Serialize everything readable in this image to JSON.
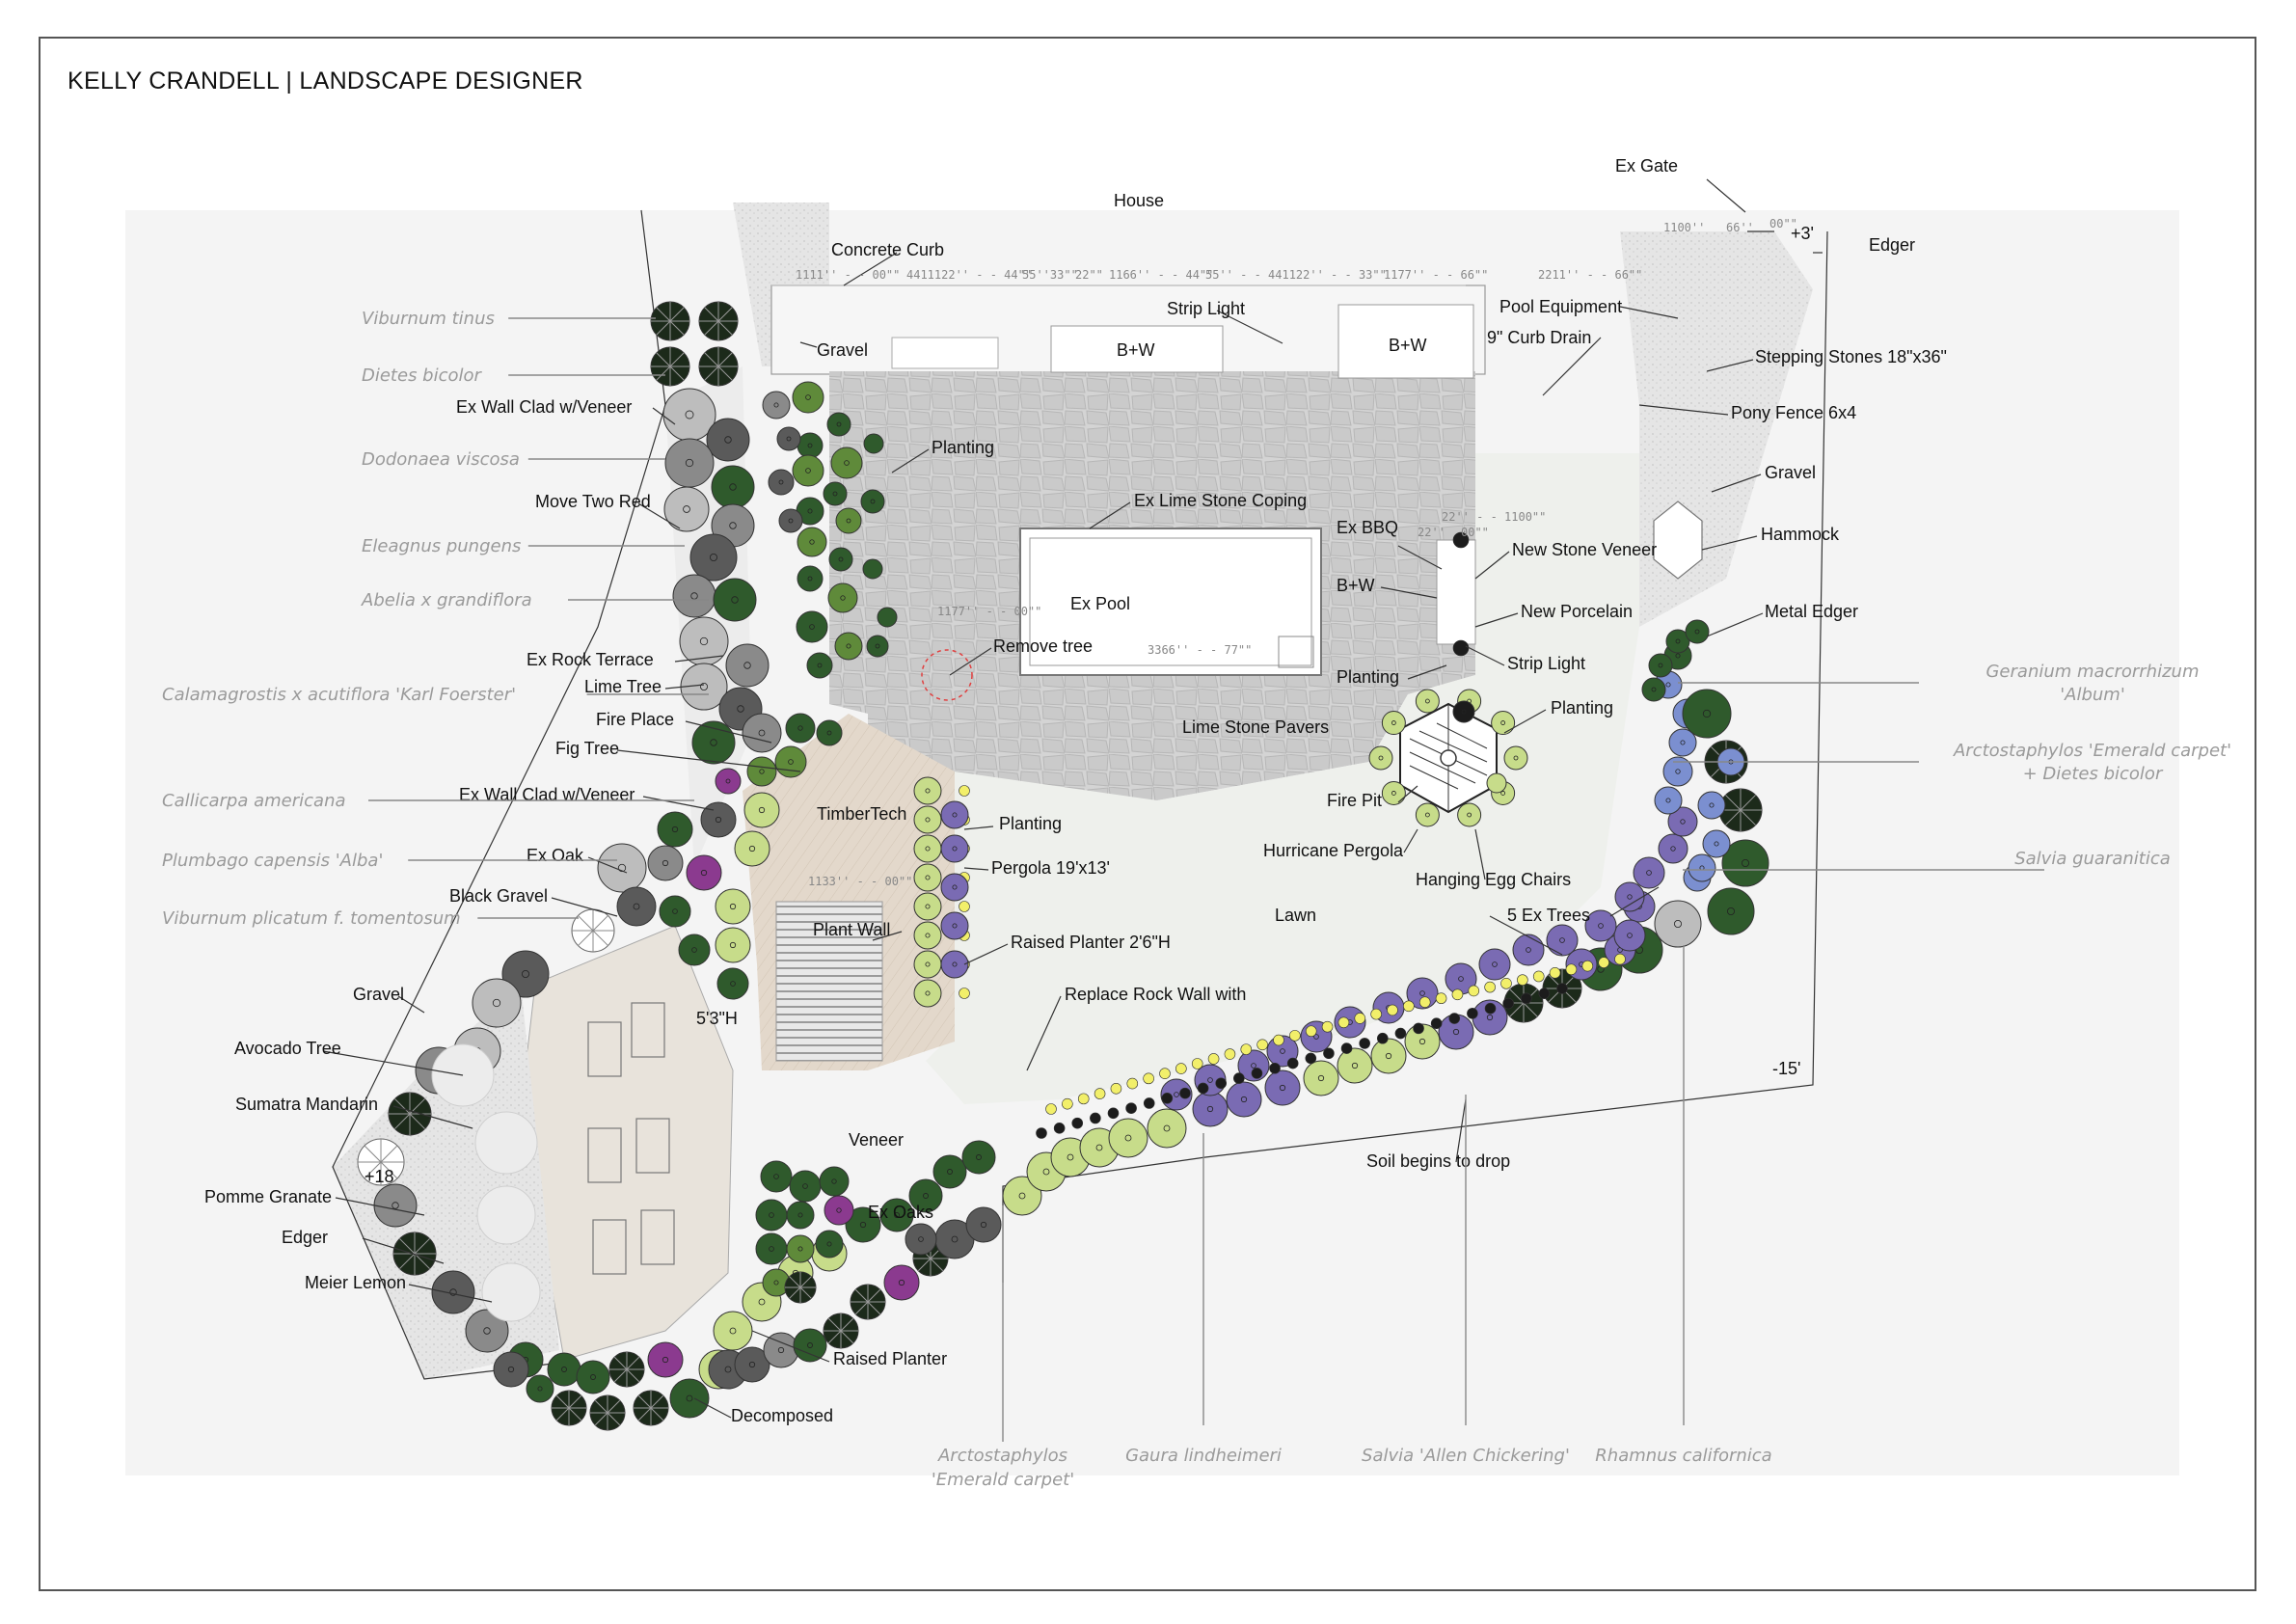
{
  "title": "KELLY CRANDELL | LANDSCAPE DESIGNER",
  "labels": {
    "house": "House",
    "ex_gate": "Ex Gate",
    "plus3": "+3'",
    "edger_top": "Edger",
    "concrete_curb": "Concrete Curb",
    "gravel_top": "Gravel",
    "bw_left": "B+W",
    "bw_right": "B+W",
    "strip_light_top": "Strip Light",
    "pool_equipment": "Pool Equipment",
    "curb_drain": "9\" Curb Drain",
    "stepping_stones": "Stepping Stones 18\"x36\"",
    "pony_fence": "Pony Fence 6x4",
    "gravel_right": "Gravel",
    "hammock": "Hammock",
    "metal_edger": "Metal Edger",
    "ex_wall_clad_1": "Ex Wall Clad w/Veneer",
    "planting_1": "Planting",
    "move_two_red": "Move Two Red",
    "ex_lime_coping": "Ex Lime Stone Coping",
    "ex_bbq": "Ex BBQ",
    "new_stone_veneer": "New Stone Veneer",
    "bw_bbq": "B+W",
    "new_porcelain": "New Porcelain",
    "ex_pool": "Ex Pool",
    "remove_tree": "Remove tree",
    "planting_2": "Planting",
    "strip_light_2": "Strip Light",
    "ex_rock_terrace": "Ex Rock Terrace",
    "lime_tree": "Lime Tree",
    "planting_3": "Planting",
    "fire_place": "Fire Place",
    "lime_stone_pavers": "Lime Stone Pavers",
    "fig_tree": "Fig Tree",
    "ex_wall_clad_2": "Ex Wall Clad w/Veneer",
    "timbertech": "TimberTech",
    "planting_4": "Planting",
    "fire_pit": "Fire Pit",
    "hurricane_pergola": "Hurricane Pergola",
    "ex_oak": "Ex Oak",
    "pergola": "Pergola 19'x13'",
    "hanging_egg_chairs": "Hanging Egg Chairs",
    "black_gravel": "Black Gravel",
    "plant_wall": "Plant Wall",
    "lawn": "Lawn",
    "five_ex_trees": "5 Ex Trees",
    "raised_planter_1": "Raised Planter 2'6\"H",
    "gravel_left": "Gravel",
    "replace_rock_wall": "Replace Rock Wall with",
    "five_3h": "5'3\"H",
    "avocado_tree": "Avocado Tree",
    "minus15": "-15'",
    "sumatra_mandarin": "Sumatra Mandarin",
    "veneer": "Veneer",
    "plus18": "+18",
    "soil_drop": "Soil begins to drop",
    "pomme_granate": "Pomme Granate",
    "ex_oaks": "Ex Oaks",
    "edger_left": "Edger",
    "meier_lemon": "Meier Lemon",
    "raised_planter_2": "Raised Planter",
    "decomposed": "Decomposed"
  },
  "plant_legend": {
    "left": [
      "Viburnum tinus",
      "Dietes bicolor",
      "Dodonaea viscosa",
      "Eleagnus pungens",
      "Abelia x grandiflora",
      "Calamagrostis x acutiflora 'Karl Foerster'",
      "Callicarpa americana",
      "Plumbago capensis 'Alba'",
      "Viburnum plicatum f. tomentosum"
    ],
    "right": [
      {
        "l1": "Geranium macrorrhizum",
        "l2": "'Album'"
      },
      {
        "l1": "Arctostaphylos 'Emerald carpet'",
        "l2": "+ Dietes bicolor"
      },
      {
        "l1": "Salvia guaranitica",
        "l2": ""
      }
    ],
    "bottom": [
      {
        "l1": "Arctostaphylos",
        "l2": "'Emerald carpet'"
      },
      {
        "l1": "Gaura lindheimeri",
        "l2": ""
      },
      {
        "l1": "Salvia 'Allen Chickering'",
        "l2": ""
      },
      {
        "l1": "Rhamnus californica",
        "l2": ""
      }
    ]
  },
  "dimensions": {
    "top_run": "1111'' - - 00\"\"",
    "top_run_2": "4411122'' - - 44\"\"",
    "top_run_3": "55''33\"\"",
    "top_run_4": "22\"\"",
    "top_run_5": "1166'' - - 44\"\"",
    "top_run_6": "55'' - - 441122'' - - 33\"\"",
    "top_run_7": "1177'' - - 66\"\"",
    "top_run_8": "2211'' - - 66\"\"",
    "gate_dim": "1100''",
    "gate_dim_2": "66''",
    "gate_dim_3": "00\"\"",
    "pool_width": "3366'' - - 77\"\"",
    "pool_left": "1177'' - - 00\"\"",
    "pergola_dim": "1133'' - - 00\"\"",
    "bbq_dim": "22'' - - 1100\"\"",
    "bbq_dim_2": "22''",
    "bbq_dim_3": "00\"\""
  },
  "colors": {
    "paver": "#d6d6d6",
    "lawn": "#eef0ec",
    "deck": "#e6dcd0",
    "patio": "#e9e4dc",
    "gravel": "#e4e4e4",
    "dark_green": "#2f5a2c",
    "mid_green": "#5f8a3a",
    "lime_green": "#c7dc8a",
    "purple": "#7a6bb3",
    "blue": "#7b8fd0",
    "magenta": "#8b3a8f",
    "yellow": "#f2ef6a",
    "grey_tree": "#8a8a8a",
    "dark_grey_tree": "#5a5a5a",
    "light_grey_tree": "#bdbdbd"
  }
}
